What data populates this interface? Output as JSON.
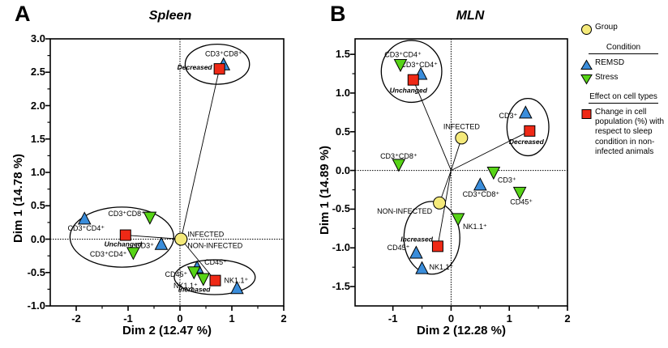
{
  "figure": {
    "panels": [
      {
        "letter": "A",
        "title": "Spleen",
        "xlabel": "Dim 2 (12.47 %)",
        "ylabel": "Dim 1 (14.78 %)"
      },
      {
        "letter": "B",
        "title": "MLN",
        "xlabel": "Dim 2 (12.28 %)",
        "ylabel": "Dim 1 (14.89 %)"
      }
    ]
  },
  "legend": {
    "group_label": "Group",
    "condition_heading": "Condition",
    "condition_items": [
      {
        "label": "REMSD",
        "symbol": "triangle-up",
        "color": "#3a8ddb"
      },
      {
        "label": "Stress",
        "symbol": "triangle-down",
        "color": "#57d417"
      }
    ],
    "effect_heading": "Effect on cell types",
    "effect_items": [
      {
        "label": "Change in cell population (%) with respect to sleep condition in non-infected animals",
        "symbol": "square",
        "color": "#ef2916"
      }
    ],
    "group_symbol": "circle",
    "group_color": "#f5ea7a"
  },
  "colors": {
    "remsd_blue": "#3a8ddb",
    "stress_green": "#57d417",
    "effect_red": "#ef2916",
    "group_yellow": "#f5ea7a",
    "axis_black": "#000000"
  },
  "chart_data": [
    {
      "type": "scatter",
      "panel": "A",
      "title": "Spleen",
      "xlabel": "Dim 2 (12.47 %)",
      "ylabel": "Dim 1 (14.78 %)",
      "xlim": [
        -2.5,
        2.0
      ],
      "ylim": [
        -1.0,
        3.0
      ],
      "xticks": [
        -2,
        -1,
        0,
        1,
        2
      ],
      "yticks": [
        -1.0,
        -0.5,
        0.0,
        0.5,
        1.0,
        1.5,
        2.0,
        2.5,
        3.0
      ],
      "ytick_labels": [
        "-1.0",
        "-0.5",
        "0.0",
        "0.5",
        "1.0",
        "1.5",
        "2.0",
        "2.5",
        "3.0"
      ],
      "xtick_labels": [
        "-2",
        "-1",
        "0",
        "1",
        "2"
      ],
      "grid": false,
      "zero_lines": true,
      "series": [
        {
          "name": "Group",
          "symbol": "circle",
          "color": "#f5ea7a",
          "points": [
            {
              "x": 0.02,
              "y": 0.0,
              "label": "INFECTED",
              "label_pos": "right-up"
            },
            {
              "x": 0.02,
              "y": 0.0,
              "label": "NON-INFECTED",
              "label_pos": "right-down"
            }
          ]
        },
        {
          "name": "REMSD",
          "symbol": "triangle-up",
          "color": "#3a8ddb",
          "points": [
            {
              "x": 0.84,
              "y": 2.62,
              "label": "CD3⁺CD8⁺"
            },
            {
              "x": -1.84,
              "y": 0.31,
              "label": "CD3⁺CD4⁺"
            },
            {
              "x": -0.36,
              "y": -0.07,
              "label": "CD3⁺"
            },
            {
              "x": 0.33,
              "y": -0.42,
              "label": "CD45⁺"
            },
            {
              "x": 1.1,
              "y": -0.73,
              "label": "NK1.1⁺"
            }
          ]
        },
        {
          "name": "Stress",
          "symbol": "triangle-down",
          "color": "#57d417",
          "points": [
            {
              "x": -0.58,
              "y": 0.32,
              "label": "CD3⁺CD8⁺"
            },
            {
              "x": -0.9,
              "y": -0.21,
              "label": "CD3⁺CD4⁺"
            },
            {
              "x": 0.27,
              "y": -0.5,
              "label": "CD45⁺"
            },
            {
              "x": 0.45,
              "y": -0.6,
              "label": "NK1.1⁺"
            }
          ]
        },
        {
          "name": "Change in cell population",
          "symbol": "square",
          "color": "#ef2916",
          "points": [
            {
              "x": 0.76,
              "y": 2.55,
              "label": "Decreased"
            },
            {
              "x": -1.05,
              "y": 0.06,
              "label": "Unchanged"
            },
            {
              "x": 0.68,
              "y": -0.62,
              "label": "Increased"
            }
          ]
        }
      ],
      "clusters": [
        {
          "label": "Decreased",
          "cx": 0.72,
          "cy": 2.62,
          "rx": 0.62,
          "ry": 0.3
        },
        {
          "label": "Unchanged",
          "cx": -1.12,
          "cy": 0.03,
          "rx": 1.0,
          "ry": 0.45
        },
        {
          "label": "Increased",
          "cx": 0.67,
          "cy": -0.57,
          "rx": 0.78,
          "ry": 0.26
        }
      ],
      "connectors": [
        {
          "from": [
            0.02,
            0.0
          ],
          "to": [
            0.76,
            2.55
          ]
        },
        {
          "from": [
            0.02,
            0.0
          ],
          "to": [
            -1.05,
            0.06
          ]
        },
        {
          "from": [
            0.02,
            0.0
          ],
          "to": [
            0.68,
            -0.62
          ]
        }
      ]
    },
    {
      "type": "scatter",
      "panel": "B",
      "title": "MLN",
      "xlabel": "Dim 2 (12.28 %)",
      "ylabel": "Dim 1 (14.89 %)",
      "xlim": [
        -1.65,
        2.0
      ],
      "ylim": [
        -1.75,
        1.7
      ],
      "xticks": [
        -1,
        0,
        1,
        2
      ],
      "yticks": [
        -1.5,
        -1.0,
        -0.5,
        0.0,
        0.5,
        1.0,
        1.5
      ],
      "ytick_labels": [
        "-1.5",
        "-1.0",
        "-0.5",
        "0.0",
        "0.5",
        "1.0",
        "1.5"
      ],
      "xtick_labels": [
        "-1",
        "0",
        "1",
        "2"
      ],
      "grid": false,
      "zero_lines": true,
      "series": [
        {
          "name": "Group",
          "symbol": "circle",
          "color": "#f5ea7a",
          "points": [
            {
              "x": 0.18,
              "y": 0.42,
              "label": "INFECTED"
            },
            {
              "x": -0.2,
              "y": -0.42,
              "label": "NON-INFECTED"
            }
          ]
        },
        {
          "name": "REMSD",
          "symbol": "triangle-up",
          "color": "#3a8ddb",
          "points": [
            {
              "x": -0.52,
              "y": 1.25,
              "label": "CD3⁺CD4⁺"
            },
            {
              "x": 1.28,
              "y": 0.75,
              "label": "CD3⁺"
            },
            {
              "x": 0.5,
              "y": -0.18,
              "label": "CD3⁺CD8⁺"
            },
            {
              "x": -0.6,
              "y": -1.06,
              "label": "CD45⁺"
            },
            {
              "x": -0.5,
              "y": -1.26,
              "label": "NK1.1⁺"
            }
          ]
        },
        {
          "name": "Stress",
          "symbol": "triangle-down",
          "color": "#57d417",
          "points": [
            {
              "x": -0.87,
              "y": 1.36,
              "label": "CD3⁺CD4⁺"
            },
            {
              "x": -0.9,
              "y": 0.07,
              "label": "CD3⁺CD8⁺"
            },
            {
              "x": 0.73,
              "y": -0.03,
              "label": "CD3⁺"
            },
            {
              "x": 1.18,
              "y": -0.29,
              "label": "CD45⁺"
            },
            {
              "x": 0.12,
              "y": -0.63,
              "label": "NK1.1⁺"
            }
          ]
        },
        {
          "name": "Change in cell population",
          "symbol": "square",
          "color": "#ef2916",
          "points": [
            {
              "x": -0.65,
              "y": 1.17,
              "label": "Unchanged"
            },
            {
              "x": 1.35,
              "y": 0.51,
              "label": "Decreased"
            },
            {
              "x": -0.23,
              "y": -0.98,
              "label": "Increased"
            }
          ]
        }
      ],
      "clusters": [
        {
          "label": "Unchanged",
          "cx": -0.68,
          "cy": 1.28,
          "rx": 0.52,
          "ry": 0.4
        },
        {
          "label": "Decreased",
          "cx": 1.32,
          "cy": 0.56,
          "rx": 0.36,
          "ry": 0.37
        },
        {
          "label": "Increased",
          "cx": -0.33,
          "cy": -0.87,
          "rx": 0.48,
          "ry": 0.47
        }
      ],
      "connectors": [
        {
          "from": [
            0.0,
            0.0
          ],
          "to": [
            -0.65,
            1.17
          ]
        },
        {
          "from": [
            0.0,
            0.0
          ],
          "to": [
            1.35,
            0.51
          ]
        },
        {
          "from": [
            0.0,
            0.0
          ],
          "to": [
            -0.23,
            -0.98
          ]
        },
        {
          "from": [
            0.0,
            0.0
          ],
          "to": [
            0.18,
            0.42
          ]
        },
        {
          "from": [
            0.0,
            0.0
          ],
          "to": [
            -0.2,
            -0.42
          ]
        }
      ]
    }
  ],
  "panel_a_labels": {
    "infected": "INFECTED",
    "non_infected": "NON-INFECTED",
    "decreased": "Decreased",
    "unchanged": "Unchanged",
    "increased": "Increased"
  },
  "panel_b_labels": {
    "infected": "INFECTED",
    "non_infected": "NON-INFECTED",
    "decreased": "Decreased",
    "unchanged": "Unchanged",
    "increased": "Increased"
  }
}
